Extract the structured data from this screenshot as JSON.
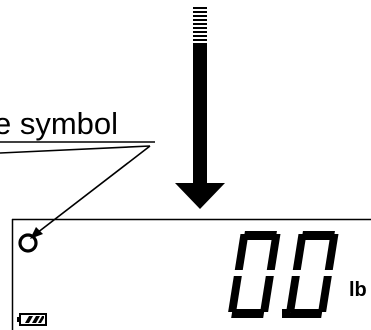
{
  "callout": {
    "label": "e symbol"
  },
  "display": {
    "reading": "0.0",
    "unit": "lb"
  },
  "colors": {
    "ink": "#000000",
    "background": "#ffffff"
  }
}
